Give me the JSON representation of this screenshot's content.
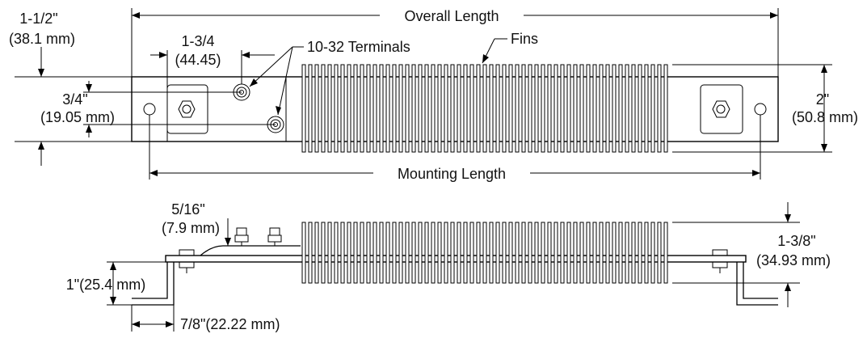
{
  "top_view": {
    "overall_length": "Overall Length",
    "mounting_length": "Mounting Length",
    "fins": "Fins",
    "terminals": "10-32 Terminals",
    "dim_1_1_2": "1-1/2\"",
    "dim_1_1_2_mm": "(38.1 mm)",
    "dim_1_3_4": "1-3/4",
    "dim_1_3_4_mm": "(44.45)",
    "dim_3_4": "3/4\"",
    "dim_3_4_mm": "(19.05 mm)",
    "dim_2": "2\"",
    "dim_2_mm": "(50.8 mm)"
  },
  "side_view": {
    "dim_5_16": "5/16\"",
    "dim_5_16_mm": "(7.9 mm)",
    "dim_1": "1\"(25.4 mm)",
    "dim_7_8": "7/8\"(22.22 mm)",
    "dim_1_3_8": "1-3/8\"",
    "dim_1_3_8_mm": "(34.93 mm)"
  },
  "colors": {
    "line": "#000000",
    "text": "#111111",
    "background": "#ffffff"
  }
}
